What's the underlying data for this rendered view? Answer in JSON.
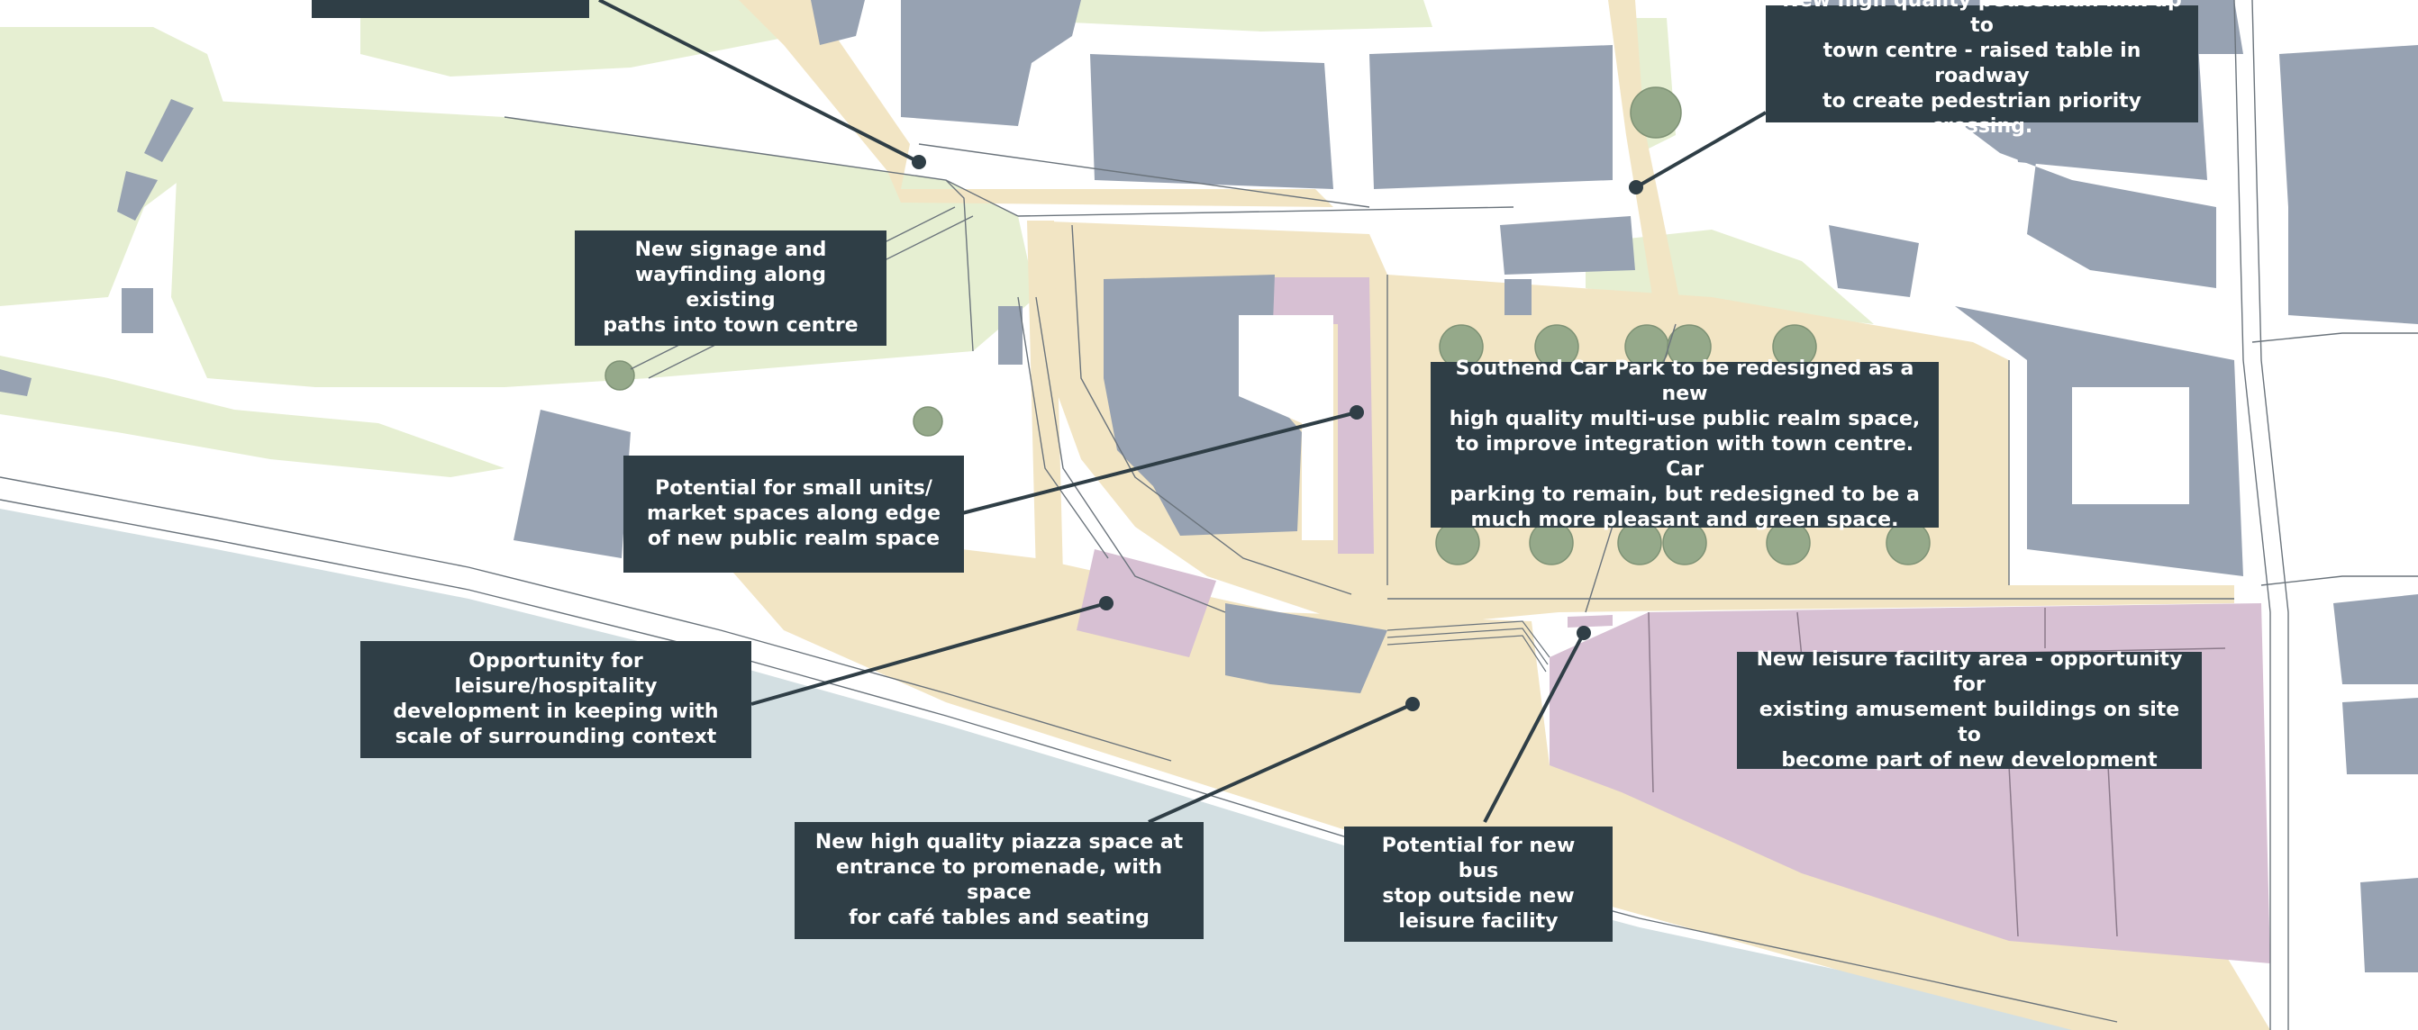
{
  "colors": {
    "sea": "#d3dfe2",
    "building": "#97a2b2",
    "green_space": "#e6efd2",
    "public_realm": "#f2e5c4",
    "leisure_development": "#d7c0d3",
    "tree": "#95a98a",
    "callout_bg": "#2f3e46",
    "callout_text": "#ffffff",
    "roads": "#ffffff",
    "outline": "#6b747c"
  },
  "callouts": [
    {
      "id": "pedestrian-link",
      "text": "New high quality pedestrian link up to\ntown centre - raised table in roadway\nto create pedestrian priority crossing."
    },
    {
      "id": "signage",
      "text": "New signage and\nwayfinding along existing\npaths into town centre"
    },
    {
      "id": "car-park",
      "text": "Southend Car Park to be redesigned as a new\nhigh quality multi-use public realm space,\nto improve integration with town centre. Car\nparking to remain, but redesigned to be a\nmuch more pleasant and green space."
    },
    {
      "id": "small-units",
      "text": "Potential for small units/\nmarket spaces along edge\nof new public realm space"
    },
    {
      "id": "leisure-hospitality",
      "text": "Opportunity for leisure/hospitality\ndevelopment in keeping with\nscale of surrounding context"
    },
    {
      "id": "leisure-facility",
      "text": "New leisure facility area - opportunity for\nexisting amusement buildings on site to\nbecome part of new development"
    },
    {
      "id": "piazza",
      "text": "New high quality piazza space at\nentrance to promenade, with space\nfor café tables and seating"
    },
    {
      "id": "bus-stop",
      "text": "Potential for new bus\nstop outside new\nleisure facility"
    }
  ]
}
